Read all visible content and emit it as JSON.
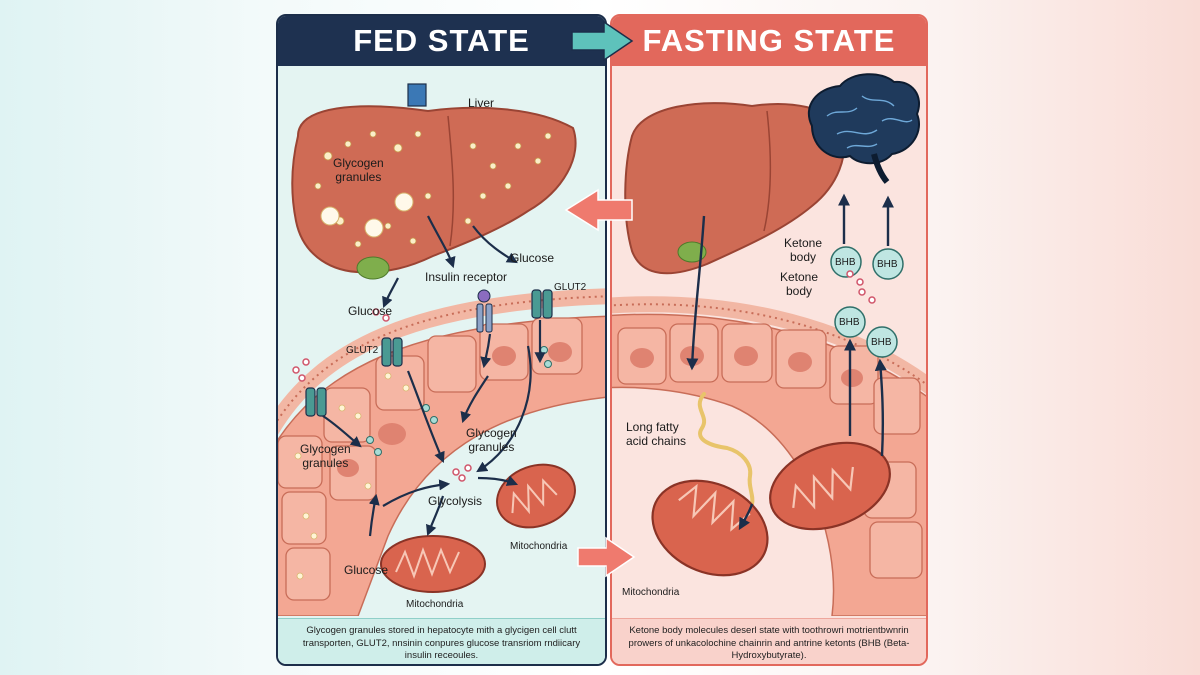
{
  "fed": {
    "title": "FED STATE",
    "labels": {
      "liver": "Liver",
      "glycogen_top": "Glycogen\ngranules",
      "glucose_top": "Glucose",
      "insulin_receptor": "Insulin receptor",
      "glut2_right": "GLUT2",
      "glucose_left": "Glucose",
      "glut2_left": "GLUT2",
      "glycogen_mid": "Glycogen\ngranules",
      "glycogen_left": "Glycogen\ngranules",
      "glycolysis": "Glycolysis",
      "mitochondria_right": "Mitochondria",
      "glucose_bottom": "Glucose",
      "mitochondria_bottom": "Mitochondria"
    },
    "caption": "Glycogen granules stored in hepatocyte mith a glycigen cell clutt transporten, GLUT2, nnsinin conpures glucose transriom rndiicary insulin receoules."
  },
  "fasting": {
    "title": "FASTING STATE",
    "labels": {
      "ketone_body_1": "Ketone\nbody",
      "ketone_body_2": "Ketone\nbody",
      "bhb": "BHB",
      "long_fatty": "Long fatty\nacid chains",
      "mitochondria": "Mitochondria"
    },
    "caption": "Ketone body molecules deserl state with toothrowri motrientbwnrin prowers of unkacolochine chainrin and antrine ketonts (BHB (Beta-Hydroxybutyrate)."
  },
  "colors": {
    "fed_header": "#1e3150",
    "fast_header": "#e2685c",
    "arrow_teal": "#5ec2bb",
    "arrow_red": "#e2685c",
    "liver": "#cf6b55",
    "mito": "#d9644e",
    "brain": "#1f3a5c"
  }
}
